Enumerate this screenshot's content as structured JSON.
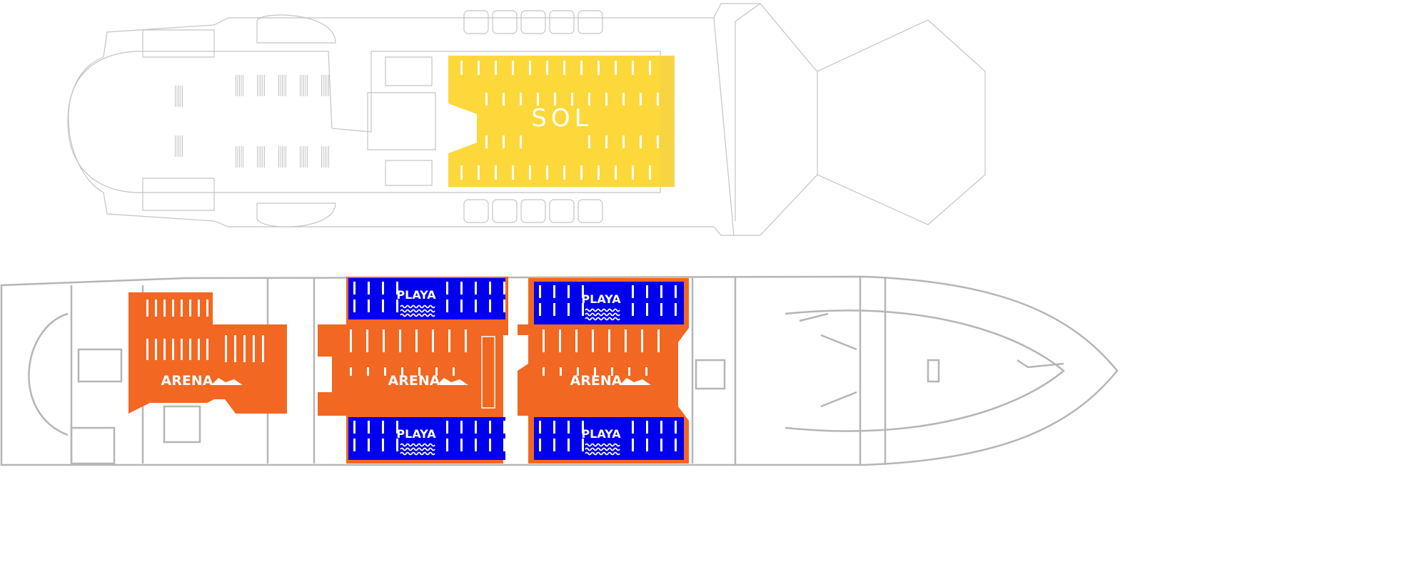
{
  "title": "Deck plan",
  "colors": {
    "sol": "#fdd83b",
    "arena": "#f26722",
    "playa": "#0000ee",
    "outline": "#c4c4c4"
  },
  "upper_deck": {
    "zones": [
      {
        "label": "SOL",
        "type": "sol"
      }
    ]
  },
  "lower_deck": {
    "zones": [
      {
        "label": "ARENA",
        "type": "arena"
      },
      {
        "label": "ARENA",
        "type": "arena"
      },
      {
        "label": "ARENA",
        "type": "arena"
      },
      {
        "label": "PLAYA",
        "type": "playa"
      },
      {
        "label": "PLAYA",
        "type": "playa"
      },
      {
        "label": "PLAYA",
        "type": "playa"
      },
      {
        "label": "PLAYA",
        "type": "playa"
      }
    ]
  }
}
